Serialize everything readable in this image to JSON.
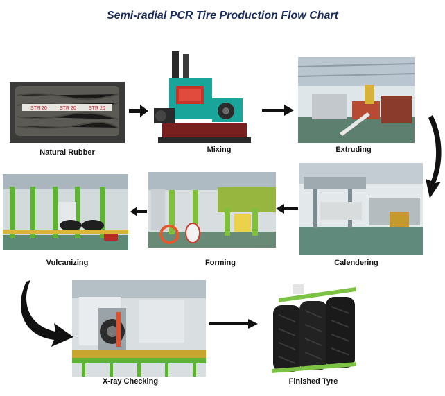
{
  "title": "Semi-radial PCR Tire Production Flow Chart",
  "steps": [
    {
      "label": "Natural Rubber"
    },
    {
      "label": "Mixing"
    },
    {
      "label": "Extruding"
    },
    {
      "label": "Calendering"
    },
    {
      "label": "Forming"
    },
    {
      "label": "Vulcanizing"
    },
    {
      "label": "X-ray Checking"
    },
    {
      "label": "Finished Tyre"
    }
  ],
  "rubber_bale_stamp": "STR 20",
  "colors": {
    "title": "#1a2b5c",
    "arrow": "#111111",
    "machine_green": "#1aa59a",
    "machine_red": "#c8342b"
  }
}
